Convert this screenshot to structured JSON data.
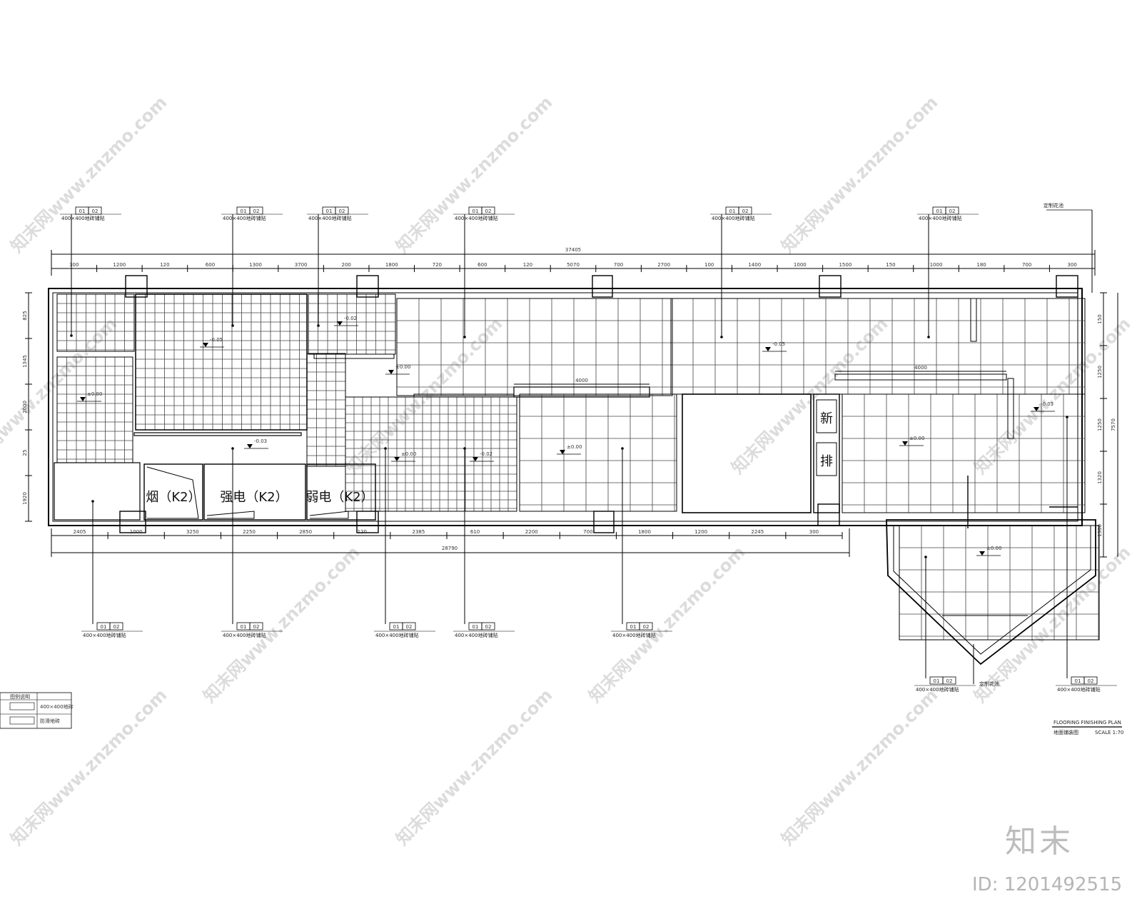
{
  "watermark": {
    "text": "知末网www.znzmo.com",
    "brand": "知末",
    "image_id": "ID: 1201492515"
  },
  "drawing": {
    "overall_top": "37405",
    "overall_bottom": "28790",
    "overall_right": "7570",
    "top_dims": [
      "300",
      "1200",
      "120",
      "600",
      "1300",
      "3700",
      "200",
      "1800",
      "720",
      "600",
      "120",
      "5070",
      "700",
      "2700",
      "100",
      "1400",
      "1000",
      "1500",
      "150",
      "1000",
      "180",
      "700",
      "300"
    ],
    "bottom_dims": [
      "2405",
      "1000",
      "3250",
      "2250",
      "2850",
      "120",
      "2385",
      "610",
      "2200",
      "700",
      "1800",
      "1200",
      "2245",
      "300"
    ],
    "left_dims": [
      "825",
      "1345",
      "2000",
      "25",
      "1920"
    ],
    "right_dims": [
      "150",
      "1250",
      "1250",
      "1320",
      "1300"
    ],
    "inner_dims": [
      "4000",
      "4000"
    ],
    "rooms": [
      {
        "key": "r1",
        "text": "烟（K2）"
      },
      {
        "key": "r2",
        "text": "强电（K2）"
      },
      {
        "key": "r3",
        "text": "弱电（K2）"
      },
      {
        "key": "r4",
        "text": "新"
      },
      {
        "key": "r5",
        "text": "排"
      }
    ],
    "spec_label": "400×400地砖铺贴",
    "planter_label": "定制花池",
    "levels": [
      "±0.00",
      "-0.05",
      "-0.02",
      "±0.00",
      "-0.03",
      "±0.00",
      "-0.02",
      "±0.00",
      "-0.05",
      "±0.00",
      "-0.03",
      "±0.00"
    ],
    "tag_left": "01",
    "tag_right": "02",
    "title_block": {
      "title": "FLOORING FINISHING PLAN",
      "subtitle": "地面铺装图",
      "scale": "SCALE 1:70"
    },
    "legend": {
      "header": "图例说明",
      "rows": [
        "400×400地砖",
        "防滑地砖"
      ]
    }
  }
}
